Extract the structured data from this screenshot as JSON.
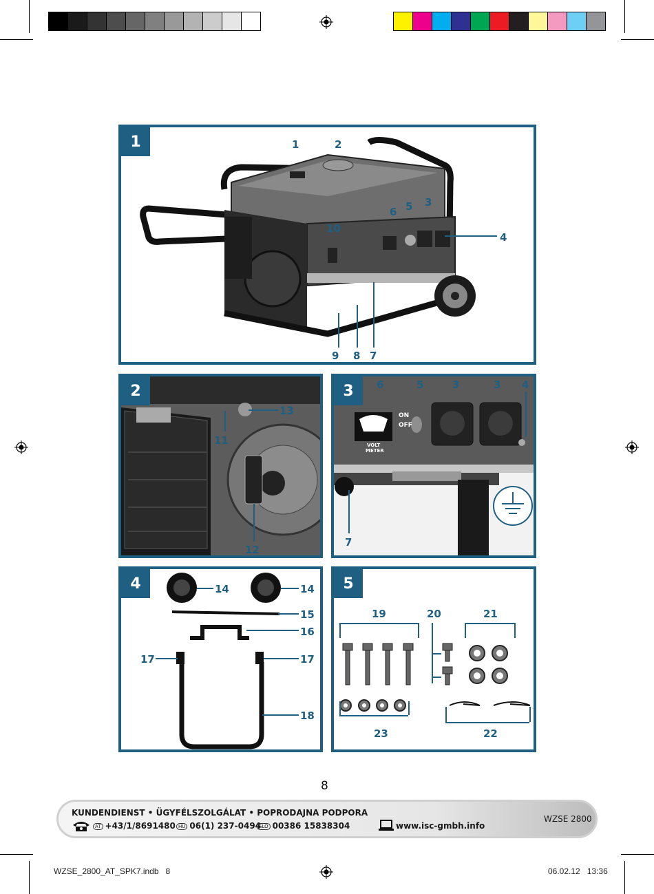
{
  "page_number": "8",
  "panels": [
    {
      "number": "1",
      "callouts": [
        "1",
        "2",
        "6",
        "5",
        "3",
        "10",
        "4",
        "9",
        "8",
        "7"
      ]
    },
    {
      "number": "2",
      "callouts": [
        "13",
        "11",
        "12"
      ]
    },
    {
      "number": "3",
      "callouts": [
        "6",
        "5",
        "3",
        "3",
        "4",
        "7"
      ],
      "meter_on": "ON",
      "meter_off": "OFF",
      "meter_label_1": "VOLT",
      "meter_label_2": "METER"
    },
    {
      "number": "4",
      "callouts": [
        "14",
        "14",
        "15",
        "16",
        "17",
        "17",
        "18"
      ]
    },
    {
      "number": "5",
      "callouts": [
        "19",
        "20",
        "21",
        "23",
        "22"
      ]
    }
  ],
  "footer": {
    "service_line": "KUNDENDIENST • ÜGYFÉLSZOLGÁLAT •  POPRODAJNA PODPORA",
    "at_badge": "AT",
    "at_phone": "+43/1/8691480",
    "hu_badge": "HU",
    "hu_phone": "06(1) 237-0494",
    "slo_badge": "SLO",
    "slo_phone": "00386 15838304",
    "website": "www.isc-gmbh.info",
    "model": "WZSE 2800"
  },
  "slug": {
    "file": "WZSE_2800_AT_SPK7.indb   8",
    "date": "06.02.12   13:36"
  },
  "colors": {
    "accent": "#1e5f82",
    "grays": [
      "#000000",
      "#1a1a1a",
      "#333333",
      "#4d4d4d",
      "#666666",
      "#808080",
      "#999999",
      "#b3b3b3",
      "#cccccc",
      "#e6e6e6",
      "#ffffff"
    ],
    "process": [
      "#fff200",
      "#ec008c",
      "#00aeef",
      "#2e3192",
      "#00a651",
      "#ed1c24",
      "#231f20",
      "#fff799",
      "#f49ac1",
      "#6dcff6",
      "#939598"
    ]
  }
}
